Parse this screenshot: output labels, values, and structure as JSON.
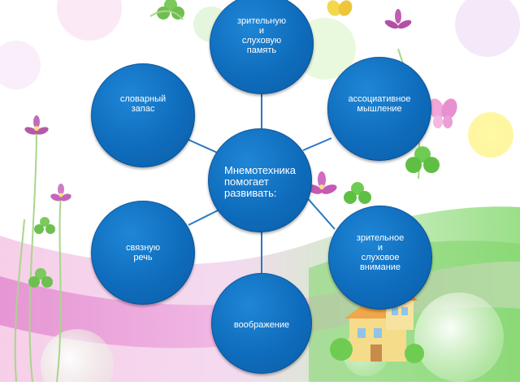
{
  "diagram": {
    "center": {
      "label": "Мнемотехника\nпомогает\nразвивать:"
    },
    "nodes": [
      {
        "id": "memory",
        "label": "зрительную\nи\nслуховую\nпамять"
      },
      {
        "id": "association",
        "label": "ассоциативное\nмышление"
      },
      {
        "id": "attention",
        "label": "зрительное\nи\nслуховое\nвнимание"
      },
      {
        "id": "imagination",
        "label": "воображение"
      },
      {
        "id": "speech",
        "label": "связную\nречь"
      },
      {
        "id": "vocabulary",
        "label": "словарный\nзапас"
      }
    ],
    "colors": {
      "node_fill": "#0f6cbc",
      "node_text": "#ffffff",
      "connector": "#2a78c4"
    }
  }
}
